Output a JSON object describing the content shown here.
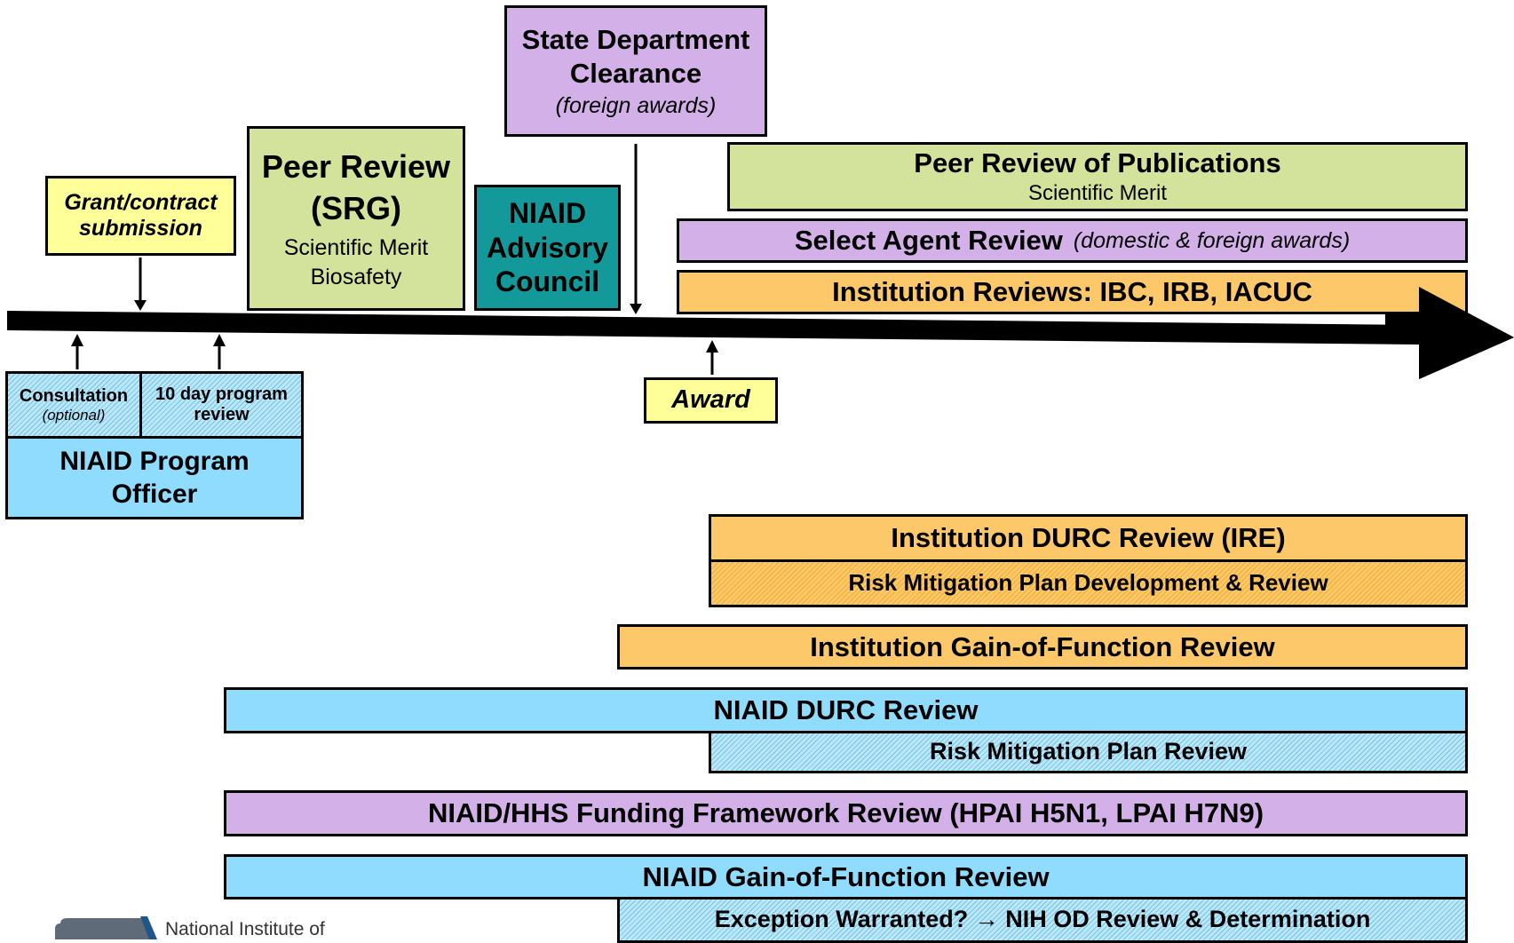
{
  "timeline": {
    "grant_submission": "Grant/contract submission",
    "peer_review": {
      "title": "Peer Review (SRG)",
      "line1": "Scientific Merit",
      "line2": "Biosafety"
    },
    "advisory_council": "NIAID Advisory Council",
    "state_clearance": {
      "title": "State Department Clearance",
      "subtitle": "(foreign awards)"
    },
    "award": "Award",
    "consultation": {
      "title": "Consultation",
      "subtitle": "(optional)"
    },
    "program_review": "10 day program review",
    "program_officer": "NIAID Program Officer"
  },
  "bars": {
    "peer_review_publications": {
      "title": "Peer Review of Publications",
      "subtitle": "Scientific Merit"
    },
    "select_agent": {
      "title": "Select Agent Review",
      "subtitle": "(domestic & foreign awards)"
    },
    "institution_reviews": "Institution Reviews: IBC, IRB, IACUC",
    "institution_durc": "Institution DURC Review (IRE)",
    "risk_mitigation_dev": "Risk Mitigation Plan Development & Review",
    "institution_gof": "Institution Gain-of-Function Review",
    "niaid_durc": "NIAID DURC Review",
    "risk_mitigation_review": "Risk Mitigation Plan Review",
    "funding_framework": "NIAID/HHS Funding Framework Review (HPAI H5N1, LPAI H7N9)",
    "niaid_gof": "NIAID Gain-of-Function Review",
    "exception": "Exception Warranted? → NIH OD Review & Determination"
  },
  "footer": {
    "logo_text": "National Institute of"
  },
  "colors": {
    "green": "#d3e39c",
    "purple": "#d3b0e8",
    "teal": "#13999a",
    "yellow": "#ffff99",
    "orange": "#fdc86a",
    "blue": "#8fdcff"
  }
}
